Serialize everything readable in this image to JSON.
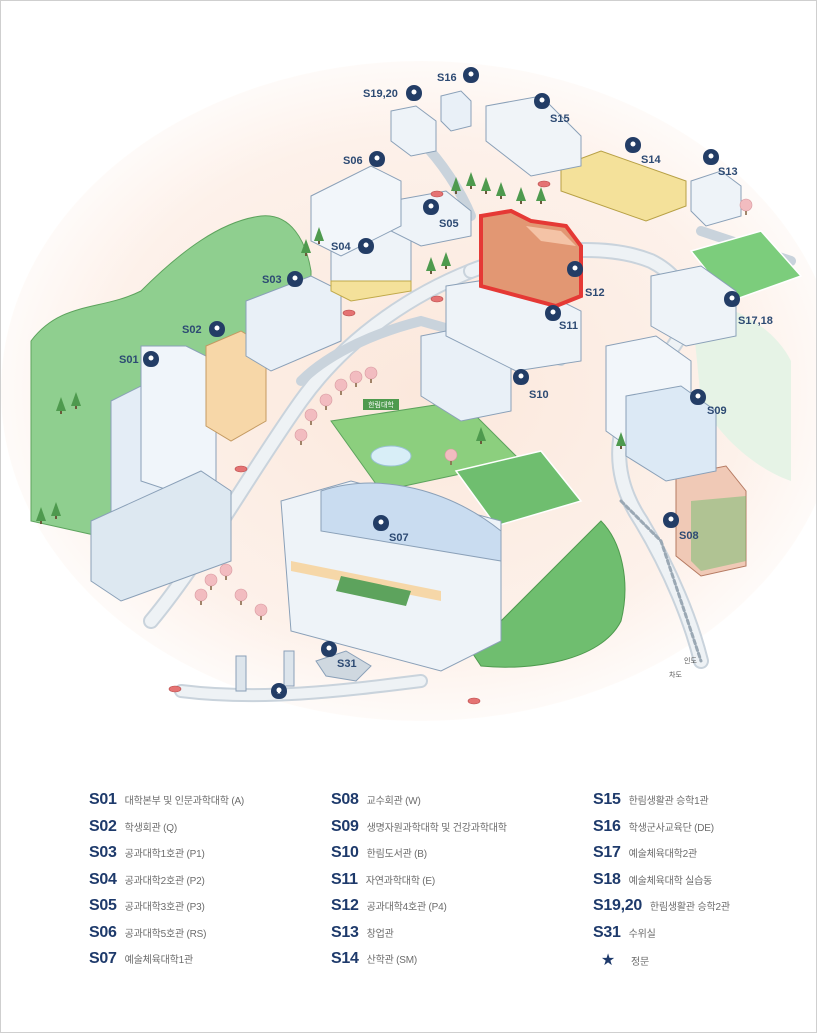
{
  "map": {
    "labels": {
      "S01": "S01",
      "S02": "S02",
      "S03": "S03",
      "S04": "S04",
      "S05": "S05",
      "S06": "S06",
      "S07": "S07",
      "S08": "S08",
      "S09": "S09",
      "S10": "S10",
      "S11": "S11",
      "S12": "S12",
      "S13": "S13",
      "S14": "S14",
      "S15": "S15",
      "S16": "S16",
      "S17_18": "S17,18",
      "S19_20": "S19,20",
      "S31": "S31"
    },
    "field_sign": "한림대학",
    "road_labels": {
      "sidewalk": "인도",
      "roadway": "차도"
    },
    "highlighted": "S12",
    "colors": {
      "highlight": "#e53935",
      "pin": "#233d66",
      "label": "#2d4a73",
      "grass": "#7cc47c",
      "tree": "#4e9a4e",
      "blossom": "#f2bcc0"
    }
  },
  "legend": {
    "col1": [
      {
        "code": "S01",
        "desc": "대학본부 및 인문과학대학 (A)"
      },
      {
        "code": "S02",
        "desc": "학생회관 (Q)"
      },
      {
        "code": "S03",
        "desc": "공과대학1호관 (P1)"
      },
      {
        "code": "S04",
        "desc": "공과대학2호관 (P2)"
      },
      {
        "code": "S05",
        "desc": "공과대학3호관 (P3)"
      },
      {
        "code": "S06",
        "desc": "공과대학5호관 (RS)"
      },
      {
        "code": "S07",
        "desc": "예술체육대학1관"
      }
    ],
    "col2": [
      {
        "code": "S08",
        "desc": "교수회관 (W)"
      },
      {
        "code": "S09",
        "desc": "생명자원과학대학 및 건강과학대학"
      },
      {
        "code": "S10",
        "desc": "한림도서관 (B)"
      },
      {
        "code": "S11",
        "desc": "자연과학대학 (E)"
      },
      {
        "code": "S12",
        "desc": "공과대학4호관 (P4)"
      },
      {
        "code": "S13",
        "desc": "창업관"
      },
      {
        "code": "S14",
        "desc": "산학관 (SM)"
      }
    ],
    "col3": [
      {
        "code": "S15",
        "desc": "한림생활관 승학1관"
      },
      {
        "code": "S16",
        "desc": "학생군사교육단 (DE)"
      },
      {
        "code": "S17",
        "desc": "예술체육대학2관"
      },
      {
        "code": "S18",
        "desc": "예술체육대학 실습동"
      },
      {
        "code": "S19,20",
        "desc": "한림생활관 승학2관"
      },
      {
        "code": "S31",
        "desc": "수위실"
      },
      {
        "code": "★",
        "desc": "정문"
      }
    ]
  }
}
